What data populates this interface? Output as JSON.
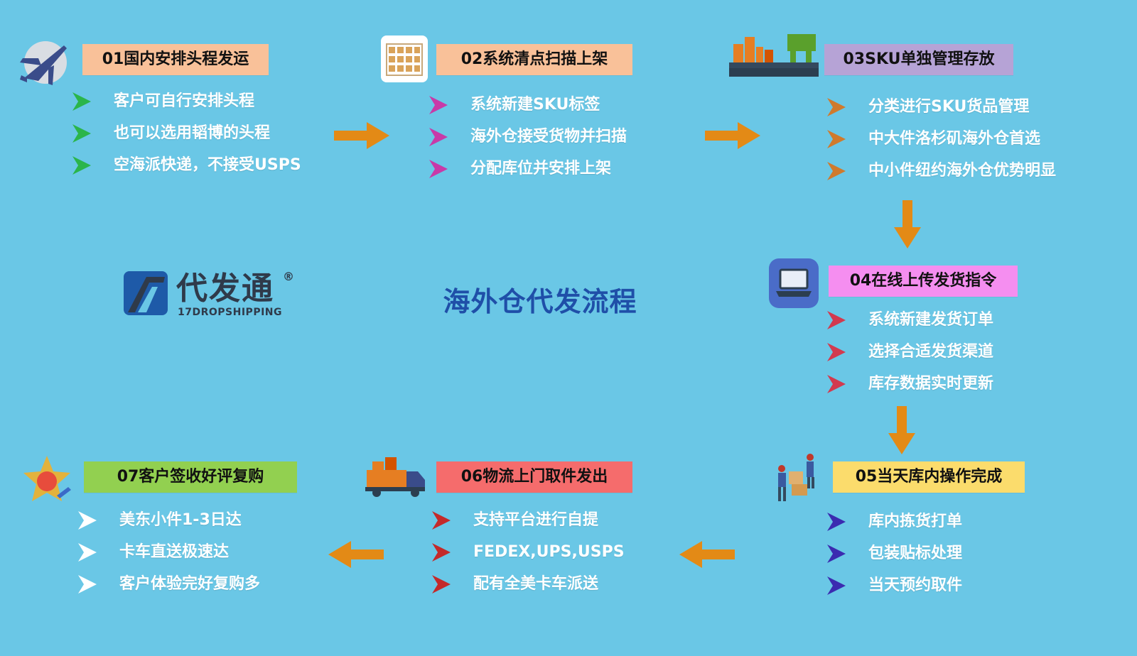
{
  "center_title": "海外仓代发流程",
  "brand": {
    "name": "代发通",
    "registered": "®",
    "tagline": "17DROPSHIPPING"
  },
  "steps": [
    {
      "title": "01国内安排头程发运",
      "color": "#f9c199",
      "icon": "airplane-icon",
      "chevron_color": "#2bb54b",
      "bullets": [
        "客户可自行安排头程",
        "也可以选用韬博的头程",
        "空海派快递，不接受USPS"
      ]
    },
    {
      "title": "02系统清点扫描上架",
      "color": "#f9c199",
      "icon": "warehouse-shelf-icon",
      "chevron_color": "#c83aa8",
      "bullets": [
        "系统新建SKU标签",
        "海外仓接受货物并扫描",
        "分配库位并安排上架"
      ]
    },
    {
      "title": "03SKU单独管理存放",
      "color": "#b6a3d6",
      "icon": "storage-racks-icon",
      "chevron_color": "#d07a2c",
      "bullets": [
        "分类进行SKU货品管理",
        "中大件洛杉矶海外仓首选",
        "中小件纽约海外仓优势明显"
      ]
    },
    {
      "title": "04在线上传发货指令",
      "color": "#f58ef0",
      "icon": "laptop-icon",
      "chevron_color": "#d23a4f",
      "bullets": [
        "系统新建发货订单",
        "选择合适发货渠道",
        "库存数据实时更新"
      ]
    },
    {
      "title": "05当天库内操作完成",
      "color": "#fbdc6c",
      "icon": "workers-boxes-icon",
      "chevron_color": "#3b2bb0",
      "bullets": [
        "库内拣货打单",
        "包装贴标处理",
        "当天预约取件"
      ]
    },
    {
      "title": "06物流上门取件发出",
      "color": "#f56c6c",
      "icon": "delivery-truck-icon",
      "chevron_color": "#c42a2a",
      "bullets": [
        "支持平台进行自提",
        "FEDEX,UPS,USPS",
        "配有全美卡车派送"
      ]
    },
    {
      "title": "07客户签收好评复购",
      "color": "#92d050",
      "icon": "star-badge-icon",
      "chevron_color": "#ffffff",
      "bullets": [
        "美东小件1-3日达",
        "卡车直送极速达",
        "客户体验完好复购多"
      ]
    }
  ],
  "arrow_color": "#e38a16"
}
